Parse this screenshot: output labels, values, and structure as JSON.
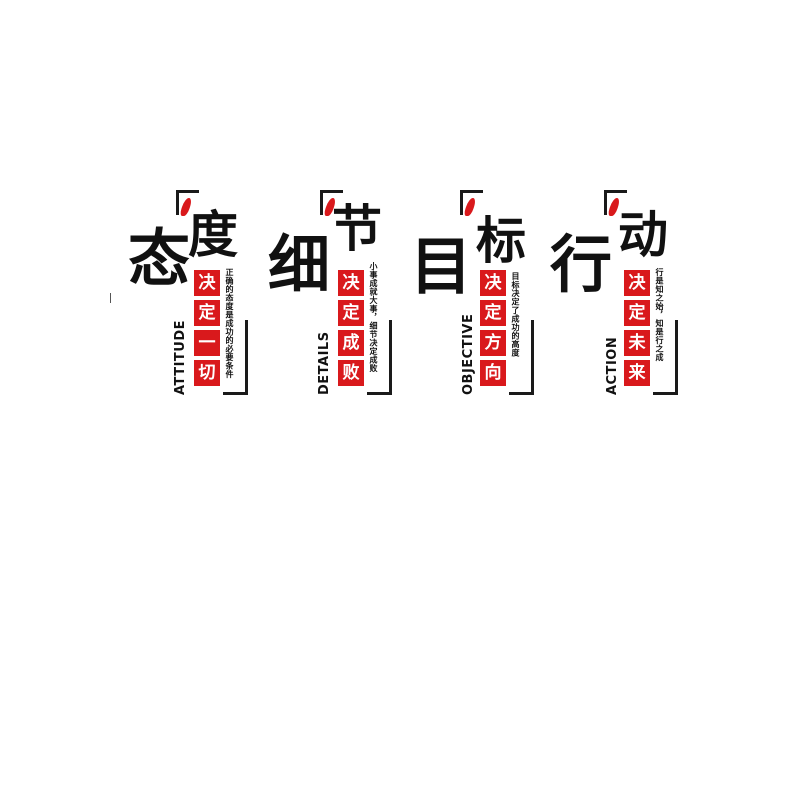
{
  "panels": [
    {
      "char1": "态",
      "char2": "度",
      "boxes": [
        "决",
        "定",
        "一",
        "切"
      ],
      "english": "ATTITUDE",
      "slogan": "正确的态度是成功的必要条件"
    },
    {
      "char1": "细",
      "char2": "节",
      "boxes": [
        "决",
        "定",
        "成",
        "败"
      ],
      "english": "DETAILS",
      "slogan": "小事成就大事，细节决定成败"
    },
    {
      "char1": "目",
      "char2": "标",
      "boxes": [
        "决",
        "定",
        "方",
        "向"
      ],
      "english": "OBJECTIVE",
      "slogan": "目标决定了成功的高度"
    },
    {
      "char1": "行",
      "char2": "动",
      "boxes": [
        "决",
        "定",
        "未",
        "来"
      ],
      "english": "ACTION",
      "slogan": "行是知之始，知是行之成"
    }
  ],
  "colors": {
    "accent": "#d9191c",
    "ink": "#111111"
  }
}
